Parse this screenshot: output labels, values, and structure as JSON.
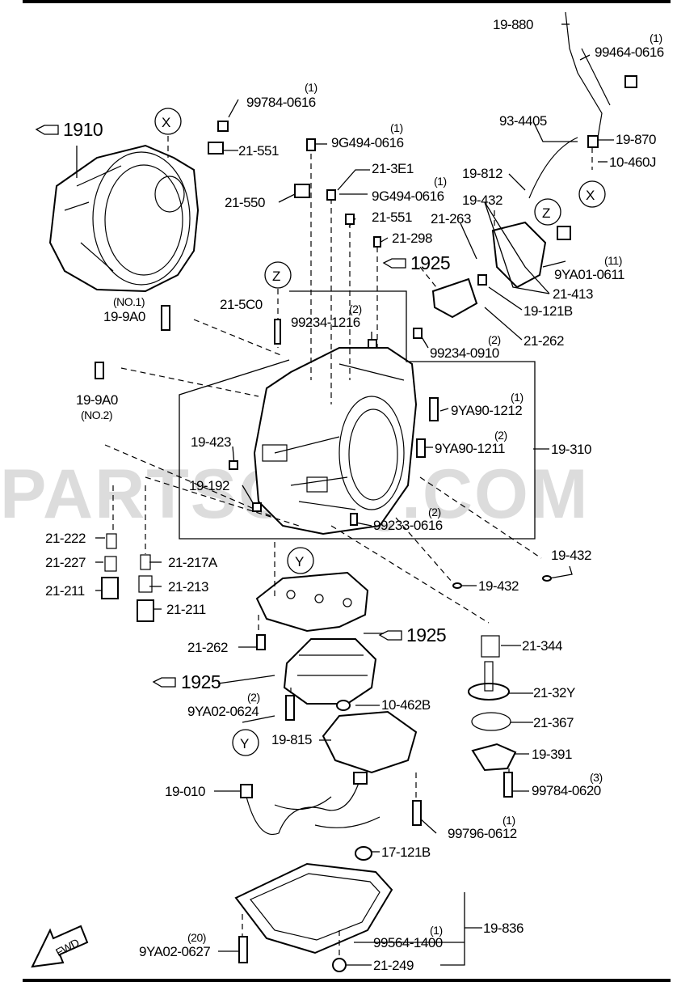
{
  "watermark": "PARTSOUQ.COM",
  "refs": {
    "x1": "X",
    "x2": "X",
    "z1": "Z",
    "z2": "Z",
    "y1": "Y",
    "y2": "Y"
  },
  "groups": {
    "g1910": "1910",
    "g1925a": "1925",
    "g1925b": "1925",
    "g1925c": "1925"
  },
  "fwd_label": "FWD",
  "callouts": {
    "c19880": "19-880",
    "c99464": "99464-0616",
    "q99464": "(1)",
    "c99784a": "99784-0616",
    "q99784a": "(1)",
    "c21551a": "21-551",
    "c9g494a": "9G494-0616",
    "q9g494a": "(1)",
    "c93_4405": "93-4405",
    "c19870": "19-870",
    "c10460j": "10-460J",
    "c213e1": "21-3E1",
    "c9g494b": "9G494-0616",
    "q9g494b": "(1)",
    "c21550": "21-550",
    "c19812": "19-812",
    "c21551b": "21-551",
    "c19432a": "19-432",
    "c21263": "21-263",
    "c21298": "21-298",
    "c9ya01": "9YA01-0611",
    "q9ya01": "(11)",
    "c21413": "21-413",
    "c195c0": "21-5C0",
    "c19121b": "19-121B",
    "c199a0a": "19-9A0",
    "n199a0a": "(NO.1)",
    "c99234_1216": "99234-1216",
    "q99234_1216": "(2)",
    "c21262a": "21-262",
    "c99234_0910": "99234-0910",
    "q99234_0910": "(2)",
    "c199a0b": "19-9A0",
    "n199a0b": "(NO.2)",
    "c9ya90_1212": "9YA90-1212",
    "q9ya90_1212": "(1)",
    "c19423": "19-423",
    "c9ya90_1211": "9YA90-1211",
    "q9ya90_1211": "(2)",
    "c19310": "19-310",
    "c19192": "19-192",
    "c99233": "99233-0616",
    "q99233": "(2)",
    "c21222": "21-222",
    "c21227": "21-227",
    "c21217a": "21-217A",
    "c21211a": "21-211",
    "c21213": "21-213",
    "c21211b": "21-211",
    "c19432b": "19-432",
    "c19432c": "19-432",
    "c21262b": "21-262",
    "c21344": "21-344",
    "c9ya02_0624": "9YA02-0624",
    "q9ya02_0624": "(2)",
    "c10462b": "10-462B",
    "c2132y": "21-32Y",
    "c19815": "19-815",
    "c21367": "21-367",
    "c19391": "19-391",
    "c19010": "19-010",
    "c99784_0620": "99784-0620",
    "q99784_0620": "(3)",
    "c99796": "99796-0612",
    "q99796": "(1)",
    "c17121b": "17-121B",
    "c19836": "19-836",
    "c99564": "99564-1400",
    "q99564": "(1)",
    "c9ya02_0627": "9YA02-0627",
    "q9ya02_0627": "(20)",
    "c21249": "21-249"
  }
}
